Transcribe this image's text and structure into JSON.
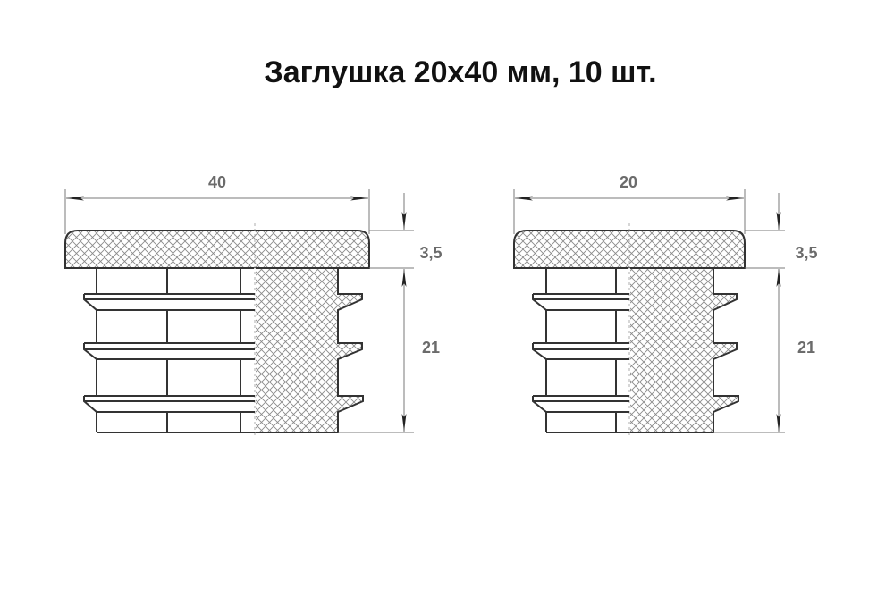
{
  "title": "Заглушка 20x40 мм, 10 шт.",
  "colors": {
    "outline": "#333333",
    "dimension_line": "#7a7a7a",
    "dimension_text": "#6b6b6b",
    "hatch": "#8a8a8a",
    "background": "#ffffff"
  },
  "views": [
    {
      "name": "view-40",
      "width_label": "40",
      "cap_height_label": "3,5",
      "stem_height_label": "21"
    },
    {
      "name": "view-20",
      "width_label": "20",
      "cap_height_label": "3,5",
      "stem_height_label": "21"
    }
  ]
}
